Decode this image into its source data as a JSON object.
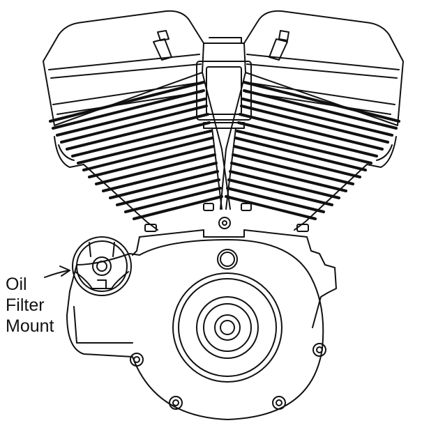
{
  "callout": {
    "line1": "Oil",
    "line2": "Filter",
    "line3": "Mount"
  },
  "colors": {
    "stroke": "#111111",
    "background": "#ffffff"
  }
}
